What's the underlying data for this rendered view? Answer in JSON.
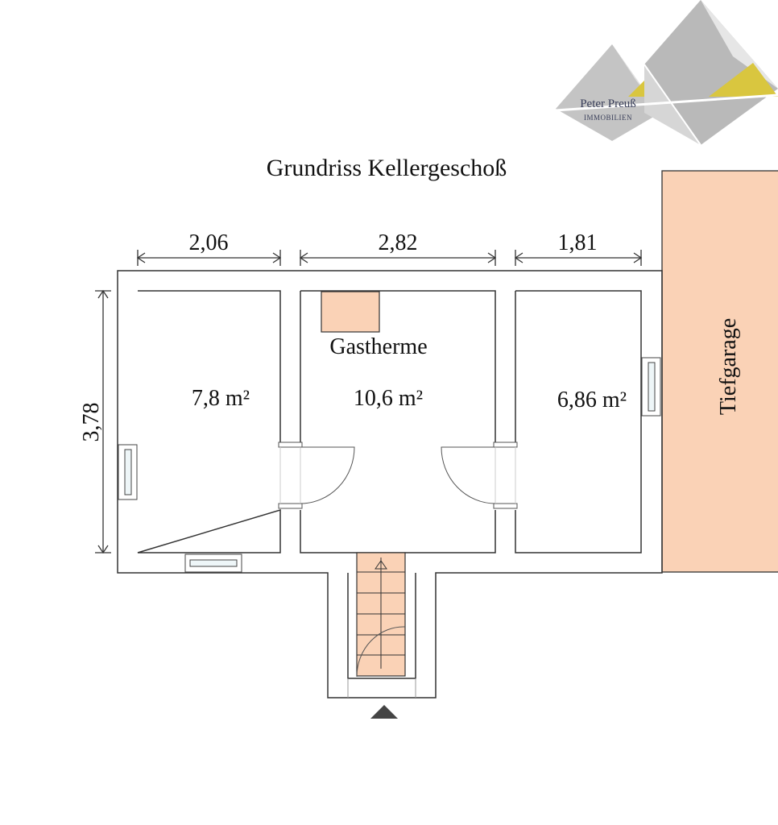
{
  "logo": {
    "name": "Peter Preuß",
    "sub": "IMMOBILIEN",
    "colors": {
      "gray": "#b9b9b9",
      "light": "#dcdcdc",
      "yellow": "#d9c63f"
    }
  },
  "title": "Grundriss Kellergeschoß",
  "dimensions": {
    "width_left": "2,06",
    "width_middle": "2,82",
    "width_right": "1,81",
    "height": "3,78"
  },
  "rooms": {
    "left_area": "7,8 m²",
    "middle_area": "10,6 m²",
    "right_area": "6,86 m²"
  },
  "gastherme": "Gastherme",
  "tiefgarage": "Tiefgarage",
  "colors": {
    "fill": "#fad2b6",
    "wall": "#333333"
  }
}
